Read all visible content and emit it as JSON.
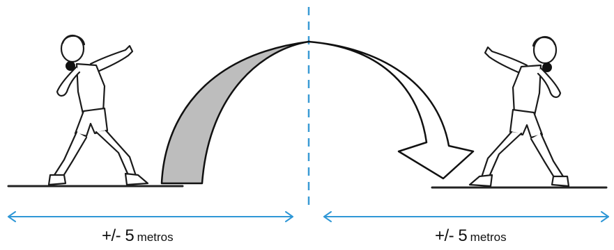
{
  "diagram": {
    "left_distance": {
      "value": "+/- 5",
      "unit": "metros"
    },
    "right_distance": {
      "value": "+/- 5",
      "unit": "metros"
    },
    "colors": {
      "center_line": "#3a9bd5",
      "arrows": "#2f97d6",
      "ground": "#222222",
      "arc_fill": "#bdbdbd",
      "arc_outline": "#111111",
      "figure_stroke": "#1a1a1a"
    },
    "icons": [
      "athlete-left-figure",
      "athlete-right-figure",
      "shot-put-ball-icon",
      "throw-arc-gray",
      "throw-arrow-white"
    ]
  }
}
